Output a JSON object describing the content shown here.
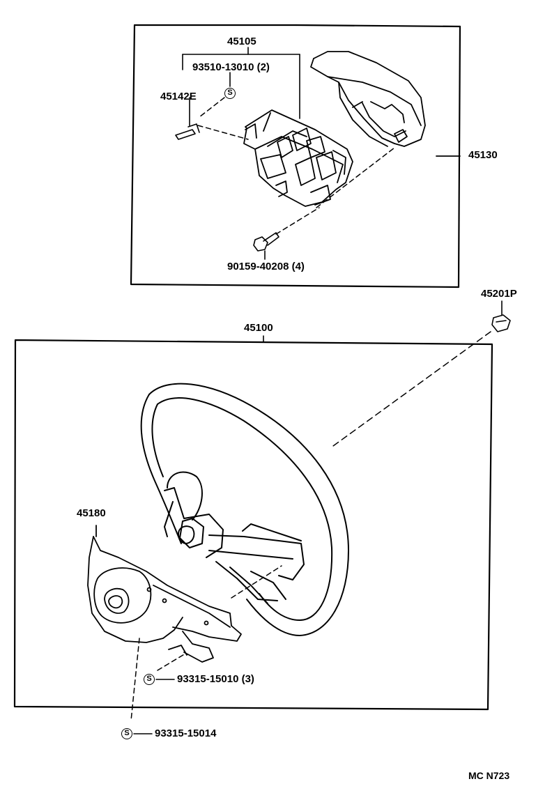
{
  "parts": {
    "pad_assembly": "45105",
    "screw_set": "93510-13010 (2)",
    "pad_bracket_screw": "45142E",
    "cover": "45130",
    "bolt": "90159-40208 (4)",
    "nut": "45201P",
    "steering_wheel": "45100",
    "lower_cover": "45180",
    "lower_screw": "93315-15010 (3)",
    "cover_screw": "93315-15014"
  },
  "symbols": {
    "standard_part": "S"
  },
  "footer": {
    "code": "MC N723"
  }
}
